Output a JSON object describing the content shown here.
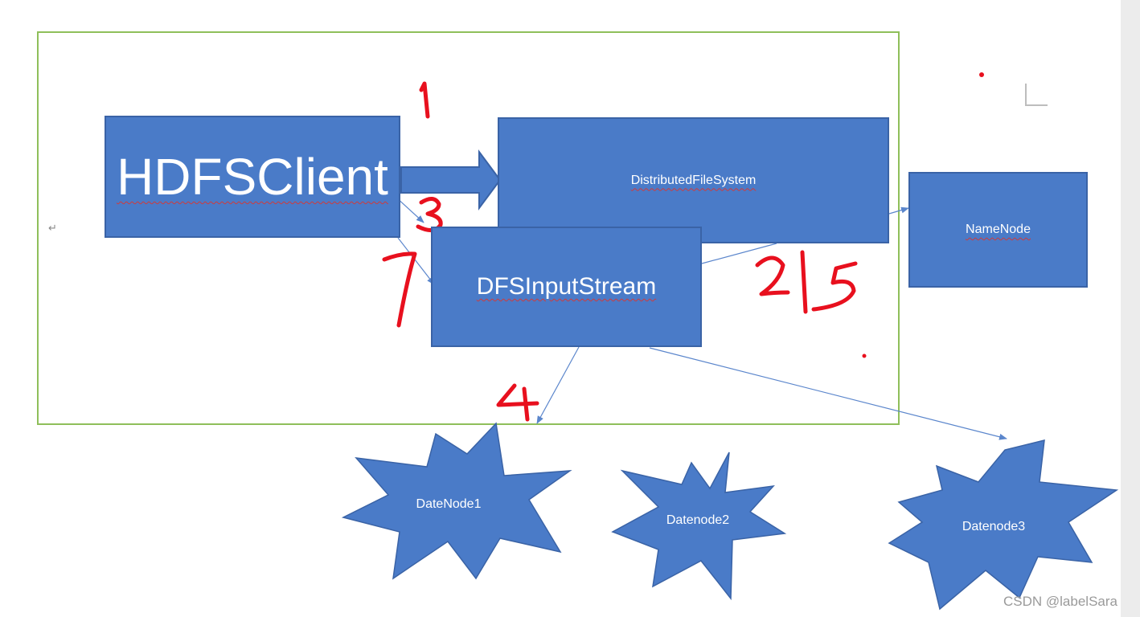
{
  "diagram": {
    "client": {
      "label": "HDFSClient"
    },
    "filesystem": {
      "label": "DistributedFileSystem"
    },
    "inputstream": {
      "label": "DFSInputStream"
    },
    "namenode": {
      "label": "NameNode"
    },
    "datanodes": [
      {
        "label": "DateNode1"
      },
      {
        "label": "Datenode2"
      },
      {
        "label": "Datenode3"
      }
    ],
    "handwritten_steps": [
      "1",
      "3",
      "7",
      "2",
      "5",
      "4"
    ],
    "colors": {
      "box_fill": "#4a7bc8",
      "box_border": "#3a63a6",
      "frame_border": "#8fbf5a",
      "annotation_red": "#e8101e",
      "connector": "#5b86cc"
    }
  },
  "document": {
    "paragraph_mark": "↵"
  },
  "watermark": "CSDN @labelSara"
}
